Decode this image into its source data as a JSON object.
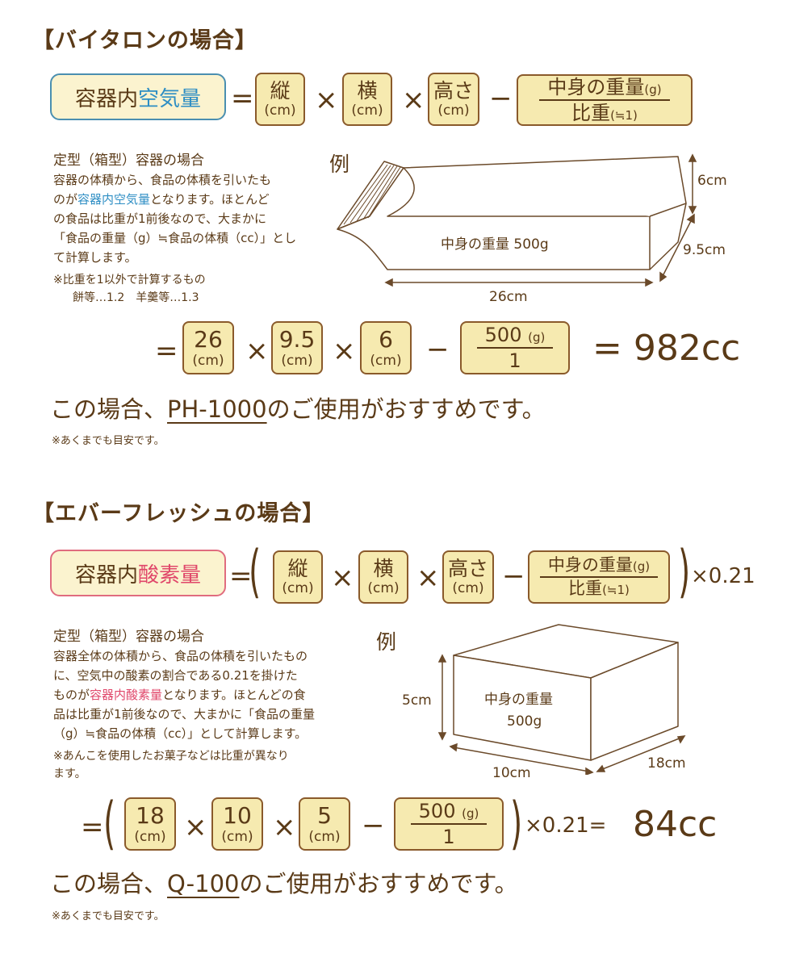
{
  "section1": {
    "title": "【バイタロンの場合】",
    "formula": {
      "label_prefix": "容器内",
      "label_highlight": "空気量",
      "eq": "=",
      "length": "縦",
      "width": "横",
      "height": "高さ",
      "unit": "(cm)",
      "times": "×",
      "minus": "−",
      "frac_num": "中身の重量",
      "frac_num_unit": "(g)",
      "frac_den": "比重",
      "frac_den_unit": "(≒1)"
    },
    "subheading": "定型（箱型）容器の場合",
    "desc_line1": "容器の体積から、食品の体積を引いたも",
    "desc_line2_pre": "のが",
    "desc_line2_hl": "容器内空気量",
    "desc_line2_post": "となります。ほとんど",
    "desc_line3": "の食品は比重が1前後なので、大まかに",
    "desc_line4": "「食品の重量（g）≒食品の体積（cc）」とし",
    "desc_line5": "て計算します。",
    "note1": "※比重を1以外で計算するもの",
    "note2": "餅等…1.2　羊羹等…1.3",
    "example_label": "例",
    "diagram": {
      "content_label": "中身の重量  500g",
      "height": "6cm",
      "depth": "9.5cm",
      "length": "26cm"
    },
    "calc": {
      "eq": "=",
      "a": "26",
      "b": "9.5",
      "c": "6",
      "unit": "(cm)",
      "num": "500",
      "num_unit": "(g)",
      "den": "1",
      "result": "= 982cc"
    },
    "recommend_pre": "この場合、",
    "recommend_product": "PH-1000",
    "recommend_post": "のご使用がおすすめです。",
    "footnote": "※あくまでも目安です。"
  },
  "section2": {
    "title": "【エバーフレッシュの場合】",
    "formula": {
      "label_prefix": "容器内",
      "label_highlight": "酸素量",
      "eq": "=",
      "length": "縦",
      "width": "横",
      "height": "高さ",
      "unit": "(cm)",
      "times": "×",
      "minus": "−",
      "frac_num": "中身の重量",
      "frac_num_unit": "(g)",
      "frac_den": "比重",
      "frac_den_unit": "(≒1)",
      "factor": "×0.21"
    },
    "subheading": "定型（箱型）容器の場合",
    "desc_line1": "容器全体の体積から、食品の体積を引いたもの",
    "desc_line2": "に、空気中の酸素の割合である0.21を掛けた",
    "desc_line3_pre": "ものが",
    "desc_line3_hl": "容器内酸素量",
    "desc_line3_post": "となります。ほとんどの食",
    "desc_line4": "品は比重が1前後なので、大まかに「食品の重量",
    "desc_line5": "（g）≒食品の体積（cc）」として計算します。",
    "note1": "※あんこを使用したお菓子などは比重が異なり",
    "note2": "ます。",
    "example_label": "例",
    "diagram": {
      "content_label1": "中身の重量",
      "content_label2": "500g",
      "height": "5cm",
      "length": "10cm",
      "depth": "18cm"
    },
    "calc": {
      "eq": "=",
      "a": "18",
      "b": "10",
      "c": "5",
      "unit": "(cm)",
      "num": "500",
      "num_unit": "(g)",
      "den": "1",
      "factor": "×0.21=",
      "result": "84cc"
    },
    "recommend_pre": "この場合、",
    "recommend_product": "Q-100",
    "recommend_post": "のご使用がおすすめです。",
    "footnote": "※あくまでも目安です。"
  },
  "colors": {
    "text": "#5a3a17",
    "box_fill": "#f6eab0",
    "box_border": "#8a5a2b",
    "blue": "#2e8ec4",
    "pink": "#e0476a"
  }
}
